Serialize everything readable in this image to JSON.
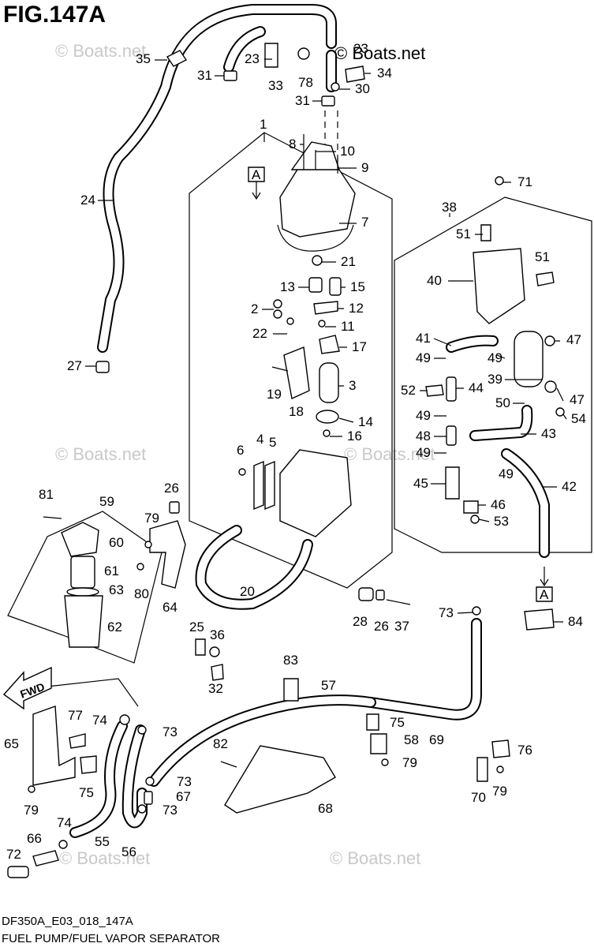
{
  "figure": {
    "title": "FIG.147A"
  },
  "watermarks": {
    "main": "© Boats.net",
    "faded": "© Boats.net"
  },
  "footer": {
    "code": "DF350A_E03_018_147A",
    "caption": "FUEL PUMP/FUEL VAPOR SEPARATOR"
  },
  "section_markers": {
    "a_top": "A",
    "a_bottom": "A"
  },
  "fwd_label": "FWD",
  "callouts": {
    "c1": "1",
    "c2": "2",
    "c3": "3",
    "c4": "4",
    "c5": "5",
    "c6": "6",
    "c7": "7",
    "c8": "8",
    "c9": "9",
    "c10": "10",
    "c11": "11",
    "c12": "12",
    "c13": "13",
    "c14": "14",
    "c15": "15",
    "c16": "16",
    "c17": "17",
    "c18": "18",
    "c19": "19",
    "c20": "20",
    "c21": "21",
    "c22": "22",
    "c23a": "23",
    "c23b": "23",
    "c24": "24",
    "c25": "25",
    "c26a": "26",
    "c26b": "26",
    "c27": "27",
    "c28": "28",
    "c30": "30",
    "c31a": "31",
    "c31b": "31",
    "c32": "32",
    "c33": "33",
    "c34": "34",
    "c35": "35",
    "c36": "36",
    "c37": "37",
    "c38": "38",
    "c39": "39",
    "c40": "40",
    "c41": "41",
    "c42": "42",
    "c43": "43",
    "c44": "44",
    "c45": "45",
    "c46": "46",
    "c47a": "47",
    "c47b": "47",
    "c48": "48",
    "c49a": "49",
    "c49b": "49",
    "c49c": "49",
    "c49d": "49",
    "c49e": "49",
    "c50": "50",
    "c51a": "51",
    "c51b": "51",
    "c52": "52",
    "c53": "53",
    "c54": "54",
    "c55": "55",
    "c56": "56",
    "c57": "57",
    "c58": "58",
    "c59": "59",
    "c60": "60",
    "c61": "61",
    "c62": "62",
    "c63": "63",
    "c64": "64",
    "c65": "65",
    "c66": "66",
    "c67": "67",
    "c68": "68",
    "c69": "69",
    "c70": "70",
    "c71": "71",
    "c72": "72",
    "c73a": "73",
    "c73b": "73",
    "c73c": "73",
    "c73d": "73",
    "c74a": "74",
    "c74b": "74",
    "c75a": "75",
    "c75b": "75",
    "c76": "76",
    "c77": "77",
    "c78": "78",
    "c79a": "79",
    "c79b": "79",
    "c79c": "79",
    "c79d": "79",
    "c80": "80",
    "c81": "81",
    "c82": "82",
    "c83": "83",
    "c84": "84"
  }
}
